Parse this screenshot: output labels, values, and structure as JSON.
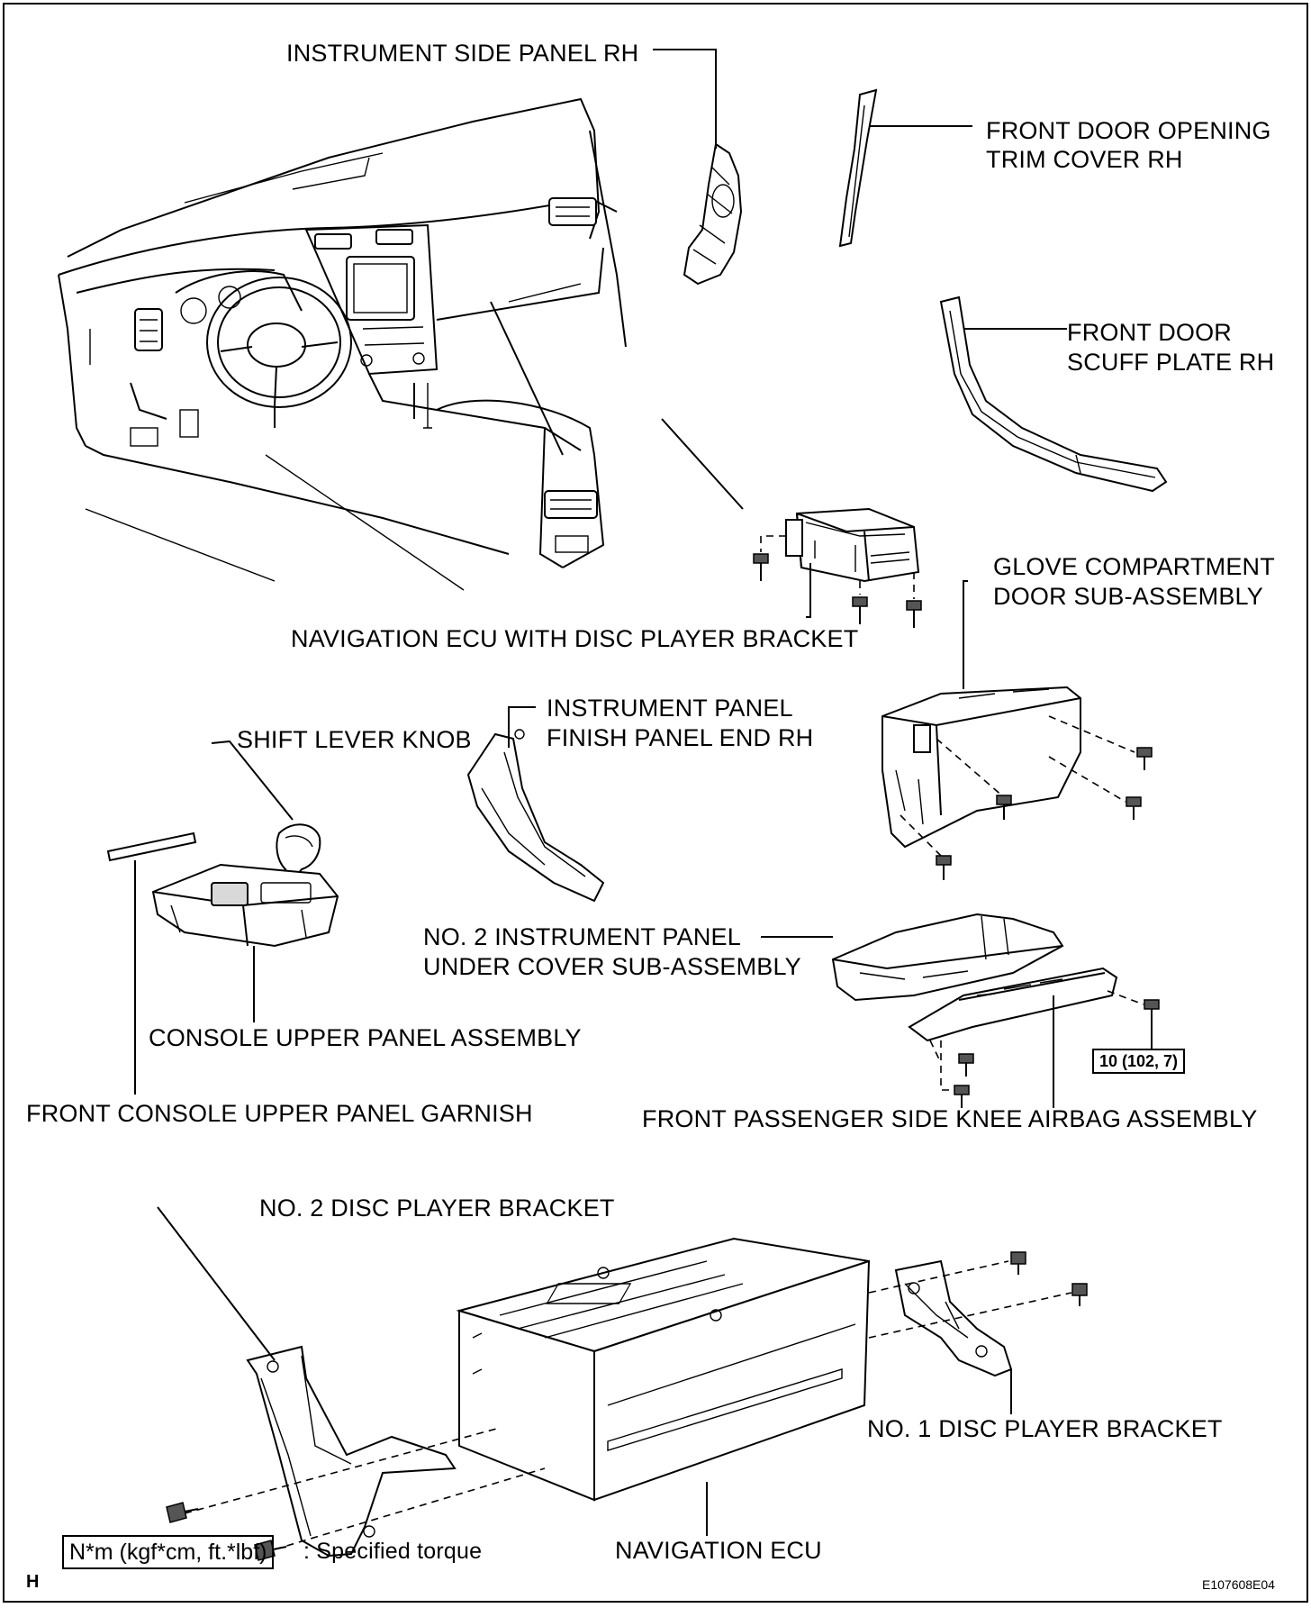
{
  "labels": {
    "instrument_side_panel_rh": "INSTRUMENT SIDE PANEL RH",
    "front_door_opening_trim_cover_rh_l1": "FRONT DOOR OPENING",
    "front_door_opening_trim_cover_rh_l2": "TRIM COVER RH",
    "front_door_scuff_plate_rh_l1": "FRONT DOOR",
    "front_door_scuff_plate_rh_l2": "SCUFF PLATE RH",
    "glove_compartment_door_l1": "GLOVE COMPARTMENT",
    "glove_compartment_door_l2": "DOOR SUB-ASSEMBLY",
    "navigation_ecu_with_disc_player_bracket": "NAVIGATION ECU WITH DISC PLAYER BRACKET",
    "instrument_panel_finish_panel_end_rh_l1": "INSTRUMENT PANEL",
    "instrument_panel_finish_panel_end_rh_l2": "FINISH PANEL END RH",
    "shift_lever_knob": "SHIFT LEVER KNOB",
    "no2_instrument_panel_under_cover_l1": "NO. 2 INSTRUMENT PANEL",
    "no2_instrument_panel_under_cover_l2": "UNDER COVER SUB-ASSEMBLY",
    "console_upper_panel_assembly": "CONSOLE UPPER PANEL ASSEMBLY",
    "front_console_upper_panel_garnish": "FRONT CONSOLE UPPER PANEL GARNISH",
    "front_passenger_side_knee_airbag_assembly": "FRONT PASSENGER SIDE KNEE AIRBAG ASSEMBLY",
    "no2_disc_player_bracket": "NO. 2 DISC PLAYER BRACKET",
    "no1_disc_player_bracket": "NO. 1 DISC PLAYER BRACKET",
    "navigation_ecu": "NAVIGATION ECU"
  },
  "torque_value": "10 (102, 7)",
  "legend": {
    "unit_box": "N*m (kgf*cm, ft.*lbf)",
    "description": ": Specified torque"
  },
  "corner_letter": "H",
  "figure_code": "E107608E04"
}
